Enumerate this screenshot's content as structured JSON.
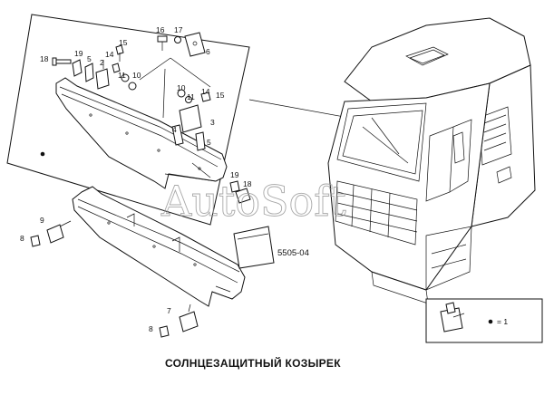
{
  "caption": "СОЛНЦЕЗАЩИТНЫЙ КОЗЫРЕК",
  "diagram_code": "5505-04",
  "watermark": "AutoSoft",
  "callouts": {
    "inset_1": "16",
    "inset_2": "17",
    "inset_3": "15",
    "inset_4": "6",
    "inset_5": "18",
    "inset_6": "19",
    "inset_7": "5",
    "inset_8": "2",
    "inset_9": "14",
    "inset_10": "11",
    "inset_11": "10",
    "inset_12": "10",
    "inset_13": "11",
    "inset_14": "14",
    "inset_15": "15",
    "inset_16": "4",
    "inset_17": "3",
    "inset_18": "5",
    "visor_19": "19",
    "visor_18": "18",
    "left_9": "9",
    "left_8": "8",
    "bottom_7": "7",
    "bottom_8": "8"
  },
  "legend": {
    "equals": "= 1"
  },
  "icons": [
    "bullet-dot-icon",
    "inset-reference-icon"
  ]
}
